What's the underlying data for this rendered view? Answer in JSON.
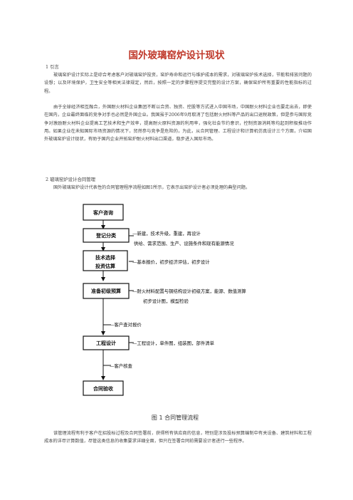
{
  "title": "国外玻璃窑炉设计现状",
  "section1": {
    "heading": "1 引言",
    "para1": "玻璃窑炉设计实际上是综合考虑客户对玻璃窑炉投资，窑炉寿命和运行与维护成本的需求，对玻璃窑炉技术选择，节能和排放问题的设想；以及环境保护，卫生安全等相关法律规定，然后，按照一定的步骤程序提交完整的设计方案，确保窑炉所有重要的性能指标的过程。",
    "para2": "由于全球经济相互融合，外国耐火材料企业集团不断以合资、独资、控股等方式进入中国市场，中国耐火材料企业也要走出去，即使在国内，企业最终面临的竞争对手也必然是外国企业。我国虽于2006年9月取消了包括耐火材料等产品的出口退税政策，但是参与国际竞争对激励耐火材料企业提高工艺技术和生产效率，提高耐火原料资源的利用率，强化社会节约意识，控制资源消耗等均起到积极推动作用。如果企业在未知国际市场资源的情况下，贸然参与竞争是危险的，为此，从合同管理、工程设计和计算机仿真设计三个方面，介绍国外玻璃窑炉设计现状，有助于国内企业开拓窑炉耐火材料出口渠道，稳步进入国际市场。"
  },
  "section2": {
    "heading": "2 玻璃窑炉设计合同管理",
    "para1": "国外玻璃窑炉设计代表性的合同管理程序流程如图1所示，它表示出窑炉设计者必须处理的典型问题。"
  },
  "flowchart": {
    "boxes": [
      {
        "id": "consult",
        "label": "客户咨询"
      },
      {
        "id": "register",
        "label": "登记分类"
      },
      {
        "id": "tech",
        "label_line1": "技术选择",
        "label_line2": "投资估算"
      },
      {
        "id": "budget",
        "label": "准备初级预算"
      },
      {
        "id": "engineering",
        "label": "工程设计"
      },
      {
        "id": "contract",
        "label": "合同验收"
      }
    ],
    "notes": {
      "register_1": "—新建，技术升级，重建，再设计",
      "register_2": "供给、需求范围、生产、设施条件和现有能源情况",
      "tech": "—基本报价，初步经济评估，初步设计",
      "budget_1": "—耐火材料配置与钢结构设计初级方案，能源、数值测算",
      "budget_2": "初步设计图，模型检验",
      "quote": "—客户查对报价",
      "engineering": "—工程设计，单件图，组装图，部件清单",
      "review": "—客户核查"
    }
  },
  "caption": "图 1    合同管理流程",
  "footer_para": "该管理流程有利于客户在招投标过程及合同签署前，获得所有供应商的信息，特别是涉及投标预算编制中有关设备、建筑材料和工程成本的详尽计算数值，尽管这类信息的收集要求详细全面，但只在签署合同前需要设计者进行一些程序。"
}
